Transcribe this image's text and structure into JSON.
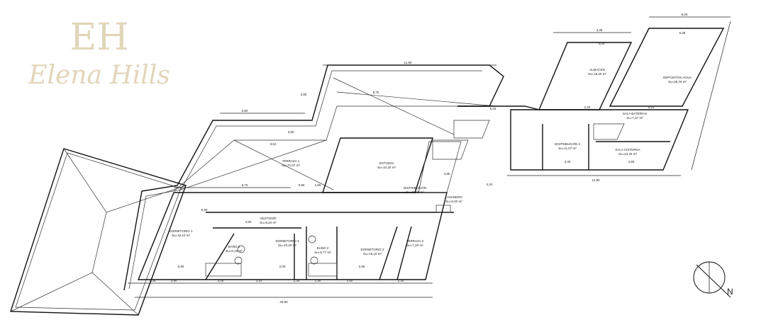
{
  "plan": {
    "rooms": [
      {
        "name": "DORMITORIO 1",
        "area": "Su=19,10 m²"
      },
      {
        "name": "VESTIDOR",
        "area": "Su=8,20 m²"
      },
      {
        "name": "BAÑO 1",
        "area": "Su=6,16 m²"
      },
      {
        "name": "DORMITORIO 3",
        "area": "Su=10,20 m²"
      },
      {
        "name": "BAÑO 2",
        "area": "Su=5,77 m²"
      },
      {
        "name": "DORMITORIO 2",
        "area": "Su=16,10 m²"
      },
      {
        "name": "TERRAZA 2",
        "area": "Su=7,20 m²"
      },
      {
        "name": "TERRAZA 1",
        "area": "Su=71,07 m²"
      },
      {
        "name": "ESTUDIO",
        "area": "Su=10,20 m²"
      },
      {
        "name": "DISTRIBUCIÓN",
        "area": "Su=11,40 m²"
      },
      {
        "name": "LAVADERO",
        "area": "Su=6,00 m²"
      },
      {
        "name": "ALMACEN",
        "area": "Su=19,20 m²"
      },
      {
        "name": "DEPOSITOS AGUA",
        "area": "Su=28,70 m²"
      },
      {
        "name": "SALA BATERIAS",
        "area": "Su=7,27 m²"
      },
      {
        "name": "DISTRIBUCIÓN 2",
        "area": "Su=11,07 m²"
      },
      {
        "name": "SALA CISTERNA",
        "area": "Su=23,20 m²"
      }
    ],
    "dimensions": [
      "11,80",
      "6,50",
      "3,80",
      "9,52",
      "6,70",
      "0,80",
      "1,55",
      "5,90",
      "4,50",
      "3,95",
      "0,90",
      "2,05",
      "3,43",
      "1,40",
      "1,45",
      "1,60",
      "2,30",
      "4,38",
      "20,60",
      "6,03",
      "4,35",
      "4,00",
      "5,38",
      "9,00",
      "12,80",
      "3,40",
      "4,80",
      "2,20",
      "5,10",
      "2,24",
      "4,85",
      "9,75",
      "3,80",
      "2,95",
      "2,00"
    ],
    "watermark": "EH Elena Hills",
    "north_label": "N"
  }
}
